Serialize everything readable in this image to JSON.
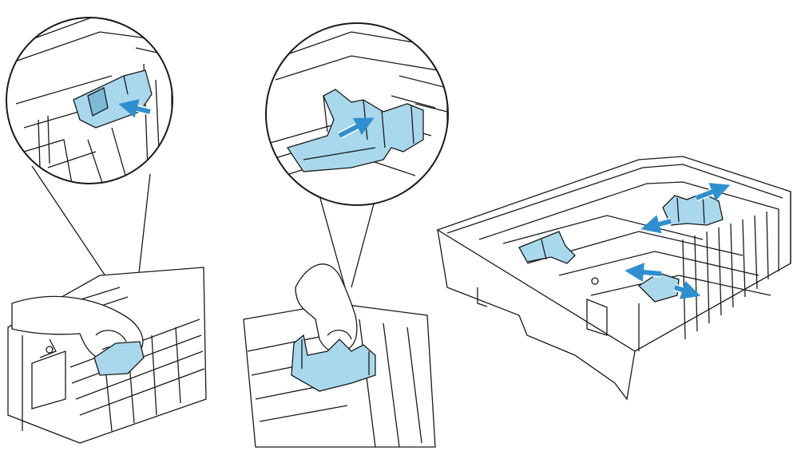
{
  "figure": {
    "panels": [
      {
        "name": "side-guide-release",
        "caption": ""
      },
      {
        "name": "end-guide-release",
        "caption": ""
      },
      {
        "name": "tray-guide-overview",
        "caption": ""
      }
    ]
  },
  "colors": {
    "outline": "#1a1a1a",
    "guide_fill": "#a9d8ec",
    "guide_dark": "#7dbad6",
    "arrow_fill": "#2f8fcf",
    "arrow_edge": "#ffffff",
    "background": "#ffffff",
    "skin": "#ffffff"
  },
  "icons": [
    "arrow-icon",
    "magnifier-callout"
  ]
}
